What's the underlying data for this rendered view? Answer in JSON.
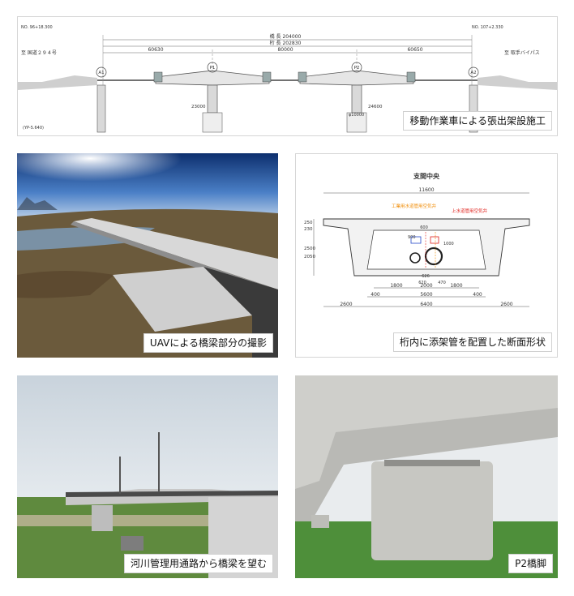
{
  "panels": {
    "elevation": {
      "caption": "移動作業車による張出架設施工",
      "labels": {
        "bridge_length": "橋 長 204000",
        "girder_length": "桁 長 202830",
        "span_left": "60630",
        "span_center": "80000",
        "span_right": "60650",
        "pier_p1": "P1",
        "pier_p2": "P2",
        "abut_a1": "A1",
        "abut_a2": "A2",
        "road_left": "至 国道２９４号",
        "road_right": "至 取手バイパス",
        "station_left": "NO. 96+18.300",
        "station_right": "NO. 107+2.330",
        "dim_p1": "23000",
        "dim_p2": "24600",
        "foundation": "φ10000",
        "scale": "(YP-5.640)"
      }
    },
    "uav": {
      "caption": "UAVによる橋梁部分の撮影"
    },
    "section": {
      "title": "支間中央",
      "caption": "桁内に添架管を配置した断面形状",
      "labels": {
        "total_width": "11600",
        "pipe_industrial": "工業用水道管用空気弁",
        "pipe_water": "上水道管用空気弁",
        "dim_600": "600",
        "dim_900": "900",
        "dim_1000": "1000",
        "dim_626": "626",
        "dim_620": "620",
        "dim_470": "470",
        "dim_1800_left": "1800",
        "dim_2000": "2000",
        "dim_1800_right": "1800",
        "dim_400_left": "400",
        "dim_5600": "5600",
        "dim_400_right": "400",
        "dim_2600_left": "2600",
        "dim_6400": "6400",
        "dim_2600_right": "2600",
        "dim_2500": "2500",
        "dim_2050": "2050",
        "dim_250": "250",
        "dim_230": "230"
      },
      "colors": {
        "industrial": "#f08a00",
        "water": "#e0201b",
        "pipe_blue": "#2447c8"
      }
    },
    "riverside": {
      "caption": "河川管理用通路から橋梁を望む"
    },
    "pier": {
      "caption": "P2橋脚"
    }
  }
}
